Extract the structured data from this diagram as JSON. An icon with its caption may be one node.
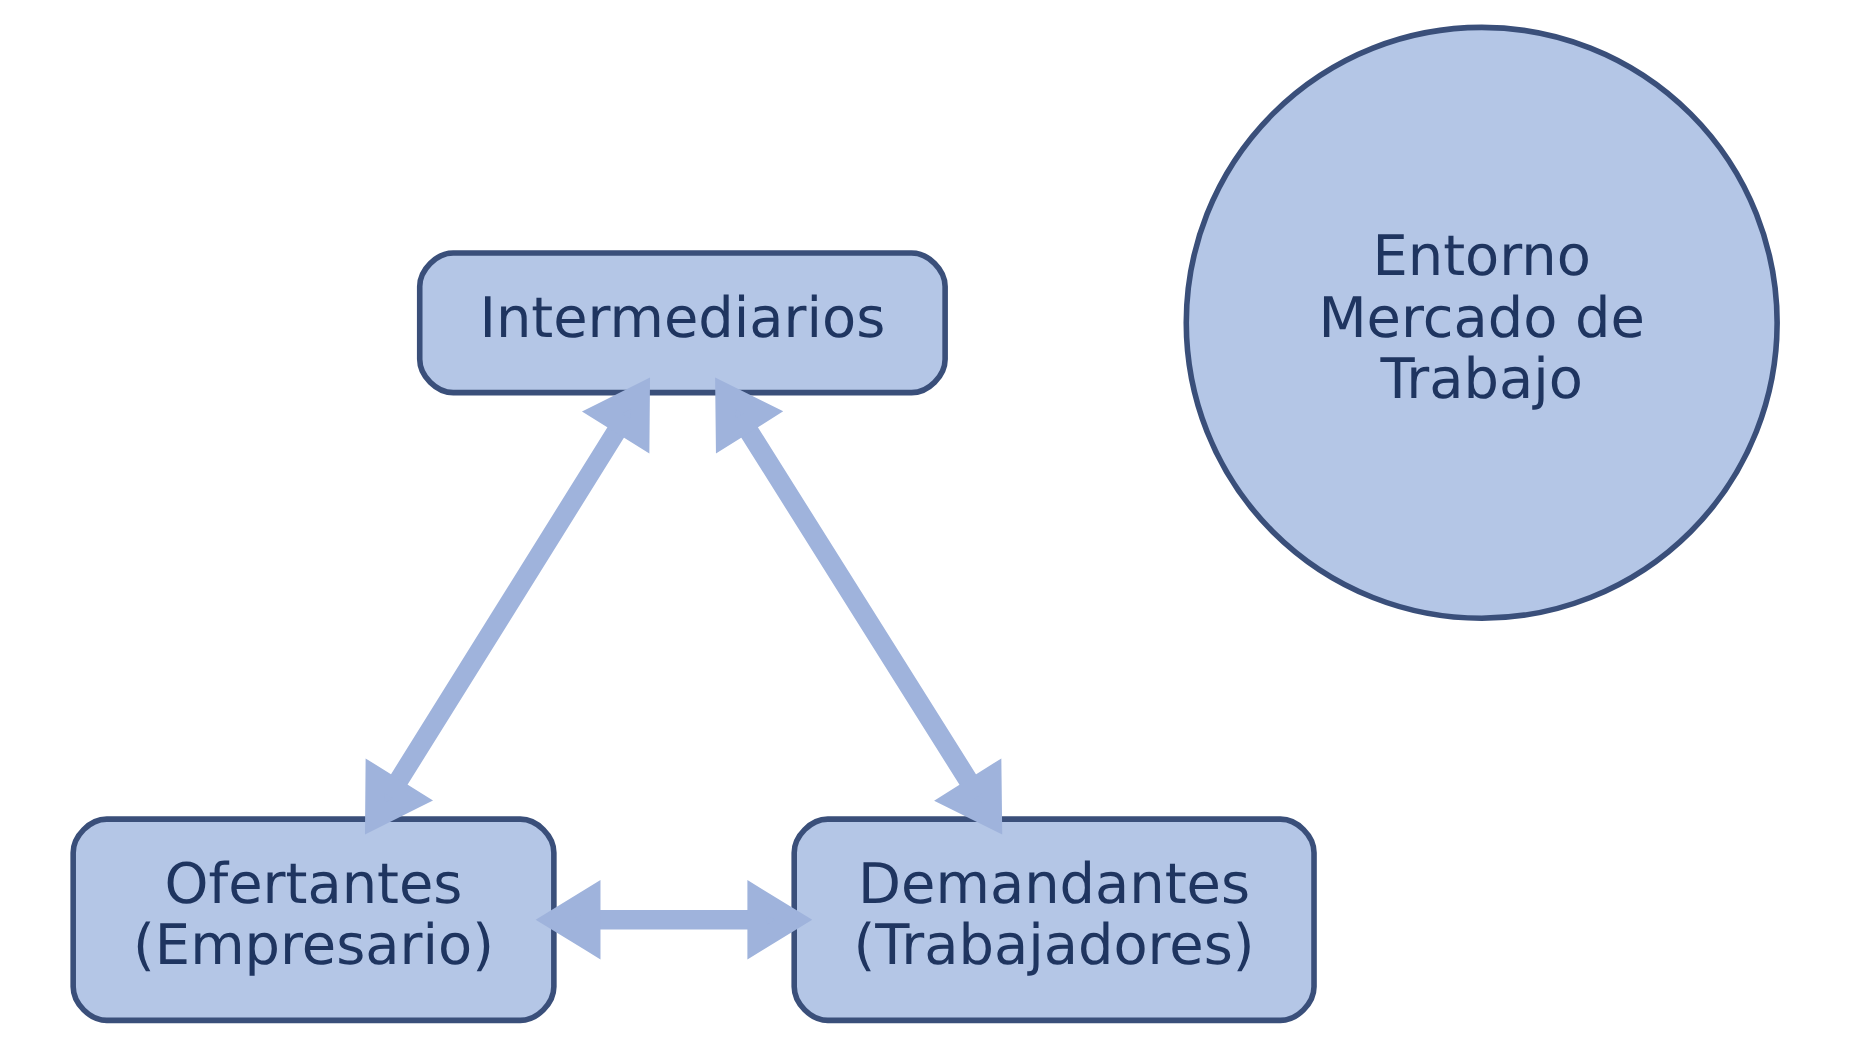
{
  "diagram": {
    "nodes": [
      {
        "text": [
          "Intermediarios"
        ]
      },
      {
        "text": [
          "Entorno Mercado de Trabajo"
        ]
      },
      {
        "text": [
          "Ofertantes (Empresario)"
        ]
      },
      {
        "text": [
          "Demandantes (Trabajadores)"
        ]
      }
    ],
    "edges": [
      {
        "from": 0,
        "to": 2,
        "arrow": "both"
      },
      {
        "from": 0,
        "to": 3,
        "arrow": "both"
      },
      {
        "from": 2,
        "to": 3,
        "arrow": "both"
      }
    ]
  }
}
